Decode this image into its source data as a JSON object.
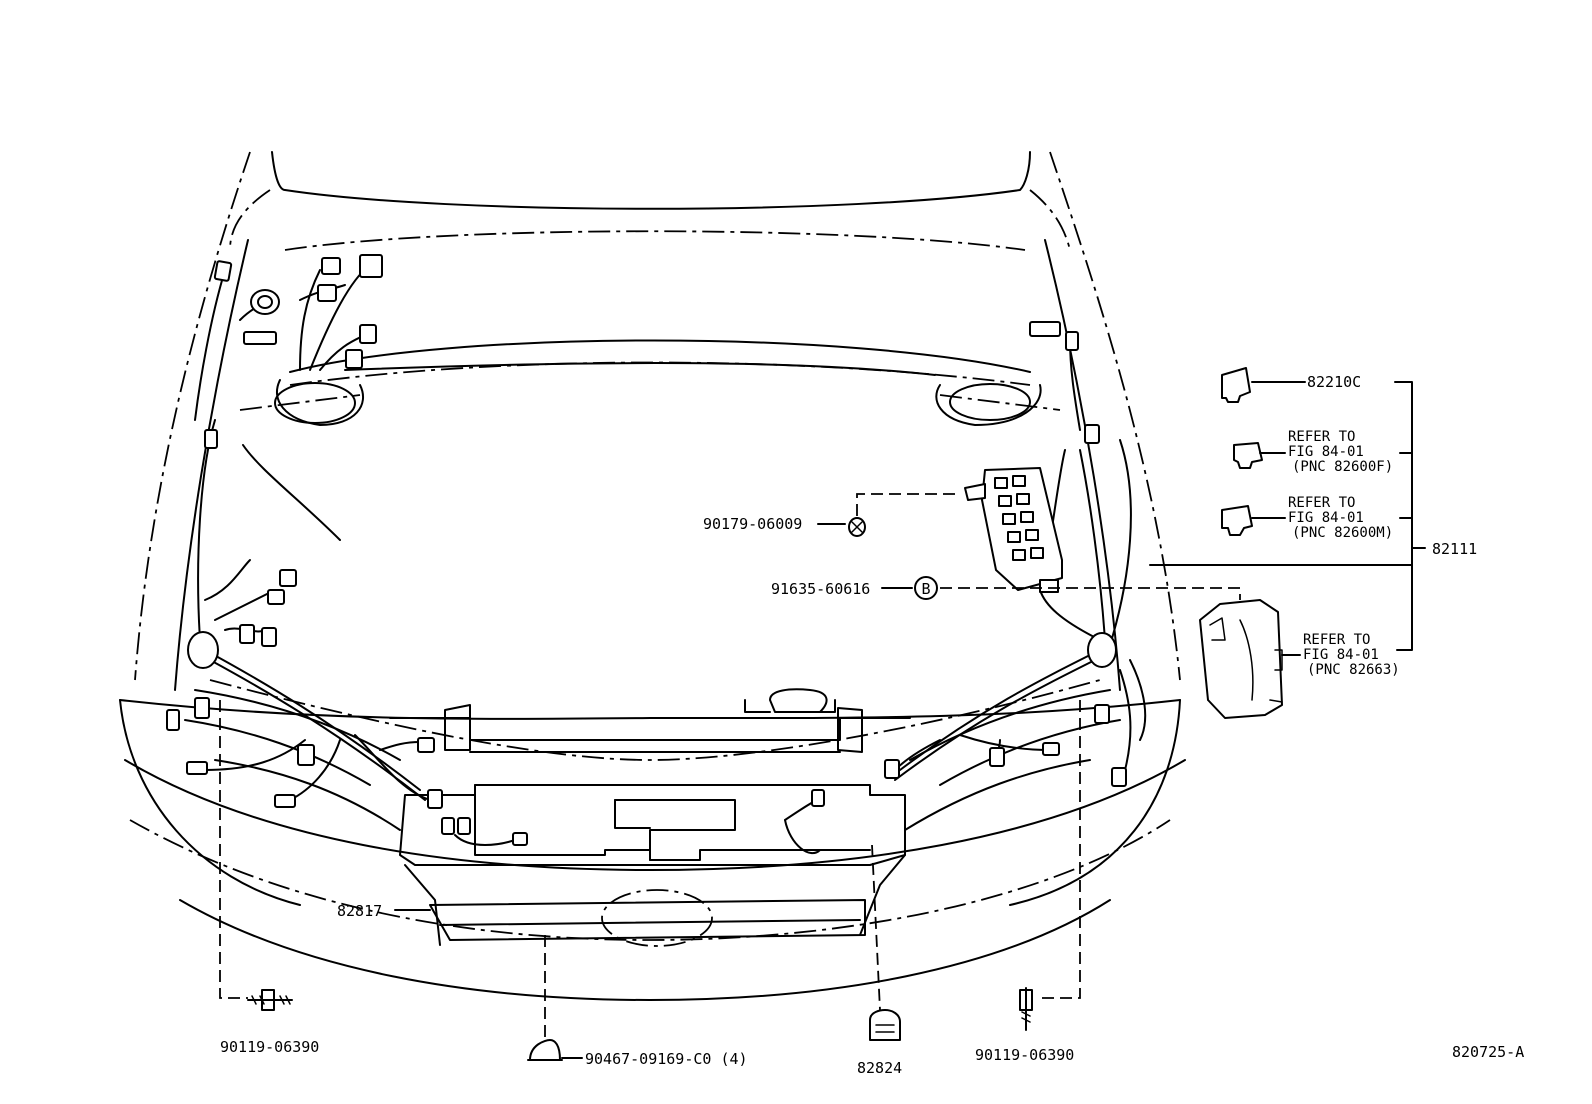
{
  "diagram": {
    "figure_code": "820725-A",
    "parts": [
      {
        "id": "p-82210c",
        "text": "82210C"
      },
      {
        "id": "p-ref-82600f",
        "lines": [
          "REFER TO",
          "FIG 84-01",
          "(PNC 82600F)"
        ]
      },
      {
        "id": "p-ref-82600m",
        "lines": [
          "REFER TO",
          "FIG 84-01",
          "(PNC 82600M)"
        ]
      },
      {
        "id": "p-82111",
        "text": "82111"
      },
      {
        "id": "p-ref-82663",
        "lines": [
          "REFER TO",
          "FIG 84-01",
          "(PNC 82663)"
        ]
      },
      {
        "id": "p-90179",
        "text": "90179-06009"
      },
      {
        "id": "p-91635",
        "text": "91635-60616"
      },
      {
        "id": "p-b-marker",
        "text": "B"
      },
      {
        "id": "p-82817",
        "text": "82817"
      },
      {
        "id": "p-90119-left",
        "text": "90119-06390"
      },
      {
        "id": "p-90467",
        "text": "90467-09169-C0 (4)"
      },
      {
        "id": "p-82824",
        "text": "82824"
      },
      {
        "id": "p-90119-right",
        "text": "90119-06390"
      }
    ]
  }
}
